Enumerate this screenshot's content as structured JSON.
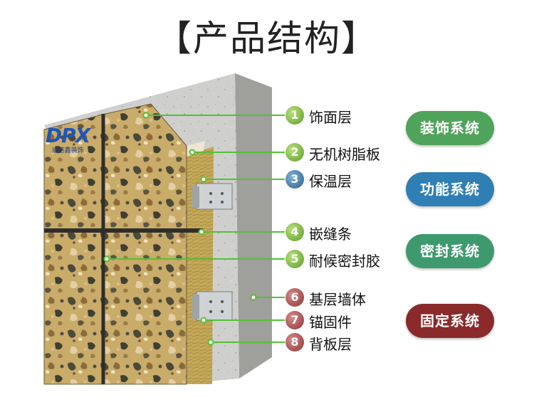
{
  "title": "【产品结构】",
  "logo": {
    "mark": "DPX",
    "sub": "迪培鑫装饰"
  },
  "layers": [
    {
      "num": "1",
      "label": "饰面层",
      "color": "green"
    },
    {
      "num": "2",
      "label": "无机树脂板",
      "color": "green"
    },
    {
      "num": "3",
      "label": "保温层",
      "color": "blue"
    },
    {
      "num": "4",
      "label": "嵌缝条",
      "color": "green"
    },
    {
      "num": "5",
      "label": "耐候密封胶",
      "color": "green"
    },
    {
      "num": "6",
      "label": "基层墙体",
      "color": "red"
    },
    {
      "num": "7",
      "label": "锚固件",
      "color": "red"
    },
    {
      "num": "8",
      "label": "背板层",
      "color": "red"
    }
  ],
  "systems": [
    {
      "label": "装饰系统",
      "color": "#4fa35a"
    },
    {
      "label": "功能系统",
      "color": "#2f7fb5"
    },
    {
      "label": "密封系统",
      "color": "#3e9a6e"
    },
    {
      "label": "固定系统",
      "color": "#8a2a2a"
    }
  ]
}
